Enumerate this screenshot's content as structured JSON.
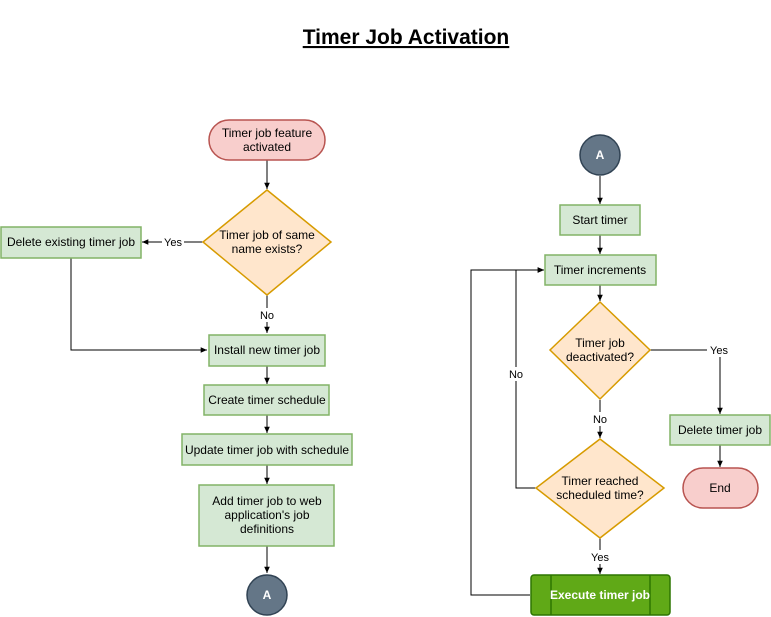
{
  "title": "Timer Job Activation",
  "colors": {
    "process_fill": "#d5e8d4",
    "process_stroke": "#82b366",
    "decision_fill": "#ffe6cc",
    "decision_stroke": "#d79b00",
    "terminal_fill": "#f8cecc",
    "terminal_stroke": "#b85450",
    "connector_fill": "#647687",
    "connector_stroke": "#314354",
    "execute_fill": "#60a917",
    "execute_stroke": "#2d7600"
  },
  "nodes": {
    "start": "Timer job feature\nactivated",
    "same_name": "Timer job of same\nname exists?",
    "delete_existing": "Delete existing timer job",
    "install": "Install new timer job",
    "create_schedule": "Create timer schedule",
    "update_job": "Update timer job with schedule",
    "add_job": "Add timer job to web\napplication's job\ndefinitions",
    "conn_left": "A",
    "conn_right": "A",
    "start_timer": "Start timer",
    "increments": "Timer increments",
    "deactivated": "Timer job\ndeactivated?",
    "delete_job": "Delete timer job",
    "end": "End",
    "reached": "Timer reached\nscheduled time?",
    "execute": "Execute timer job"
  },
  "edges": {
    "yes_same_name": "Yes",
    "no_same_name": "No",
    "yes_deactivated": "Yes",
    "no_deactivated": "No",
    "no_reached": "No",
    "yes_reached": "Yes"
  }
}
